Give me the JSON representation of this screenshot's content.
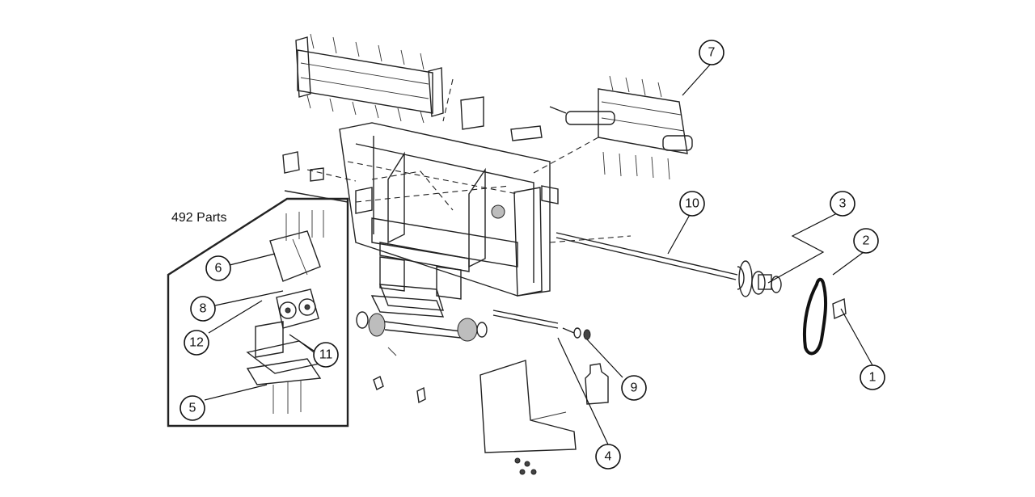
{
  "group_label": "492 Parts",
  "callouts": [
    {
      "id": "1",
      "label": "1"
    },
    {
      "id": "2",
      "label": "2"
    },
    {
      "id": "3",
      "label": "3"
    },
    {
      "id": "4",
      "label": "4"
    },
    {
      "id": "5",
      "label": "5"
    },
    {
      "id": "6",
      "label": "6"
    },
    {
      "id": "7",
      "label": "7"
    },
    {
      "id": "8",
      "label": "8"
    },
    {
      "id": "9",
      "label": "9"
    },
    {
      "id": "10",
      "label": "10"
    },
    {
      "id": "11",
      "label": "11"
    },
    {
      "id": "12",
      "label": "12"
    }
  ]
}
